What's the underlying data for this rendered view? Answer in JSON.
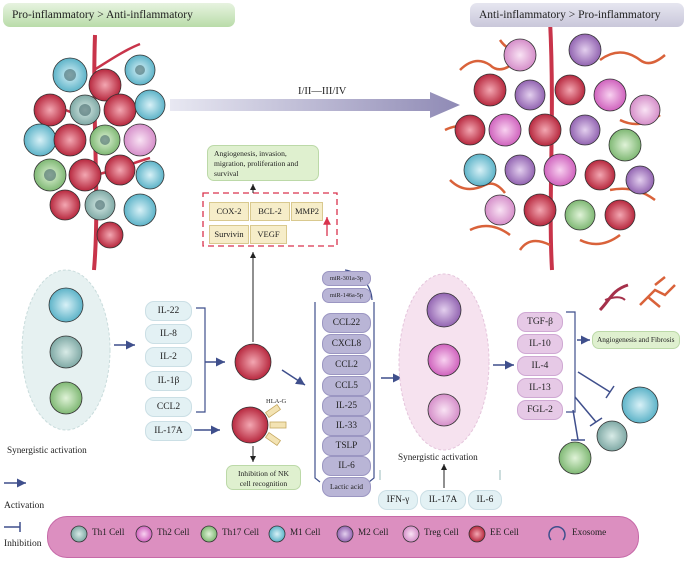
{
  "headers": {
    "left": "Pro-inflammatory > Anti-inflammatory",
    "right": "Anti-inflammatory > Pro-inflammatory"
  },
  "stage_arrow_label": "I/II—III/IV",
  "tumor_outcomes": "Angiogenesis, invasion, migration, proliferation and survival",
  "genes": [
    "COX-2",
    "BCL-2",
    "MMP2",
    "Survivin",
    "VEGF"
  ],
  "left_cytokines": [
    "IL-22",
    "IL-8",
    "IL-2",
    "IL-1β",
    "CCL2"
  ],
  "il17a": "IL-17A",
  "hla_g": "HLA-G",
  "nk_inhibition": "Inhibition of NK cell recognition",
  "mirnas": [
    "miR-301a-3p",
    "miR-146a-5p"
  ],
  "ee_secreted": [
    "CCL22",
    "CXCL8",
    "CCL2",
    "CCL5",
    "IL-25",
    "IL-33",
    "TSLP",
    "IL-6",
    "Lactic acid"
  ],
  "synergistic_left": "Synergistic activation",
  "synergistic_right": "Synergistic activation",
  "bottom_cytokines": [
    "IFN-γ",
    "IL-17A",
    "IL-6"
  ],
  "right_cytokines": [
    "TGF-β",
    "IL-10",
    "IL-4",
    "IL-13",
    "FGL-2"
  ],
  "angiogenesis_fibrosis": "Angiogenesis and Fibrosis",
  "side_legend": {
    "activation": "Activation",
    "inhibition": "Inhibition"
  },
  "legend": [
    {
      "label": "Th1 Cell",
      "icon": "th1-cell-icon"
    },
    {
      "label": "Th2 Cell",
      "icon": "th2-cell-icon"
    },
    {
      "label": "Th17 Cell",
      "icon": "th17-cell-icon"
    },
    {
      "label": "M1 Cell",
      "icon": "m1-cell-icon"
    },
    {
      "label": "M2 Cell",
      "icon": "m2-cell-icon"
    },
    {
      "label": "Treg Cell",
      "icon": "treg-cell-icon"
    },
    {
      "label": "EE Cell",
      "icon": "ee-cell-icon"
    },
    {
      "label": "Exosome",
      "icon": "exosome-icon"
    }
  ],
  "colors": {
    "th1": "#8fb7b3",
    "th2": "#e089cf",
    "th17": "#93c98a",
    "m1": "#7fc5d6",
    "m2": "#a97bc2",
    "treg": "#e2a6d8",
    "ee": "#d64a5e",
    "vessel": "#c8344a",
    "vessel_orange": "#d9623a",
    "arrow": "#3f4f8c"
  }
}
